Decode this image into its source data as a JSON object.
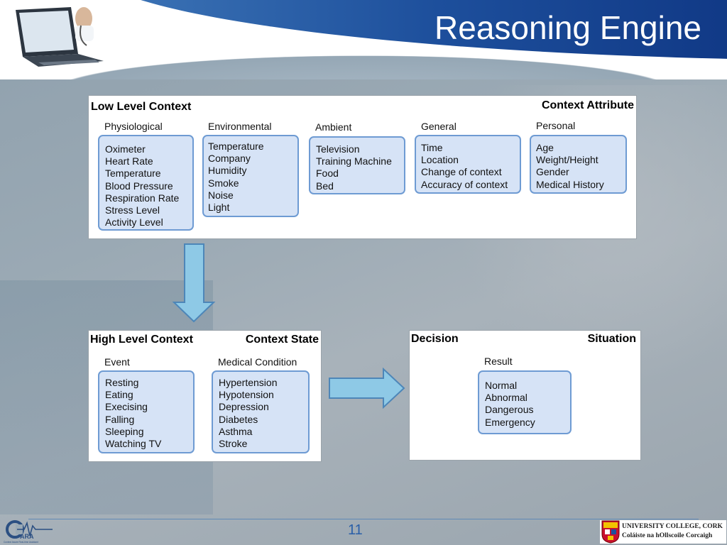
{
  "title": "Reasoning Engine",
  "page_number": "11",
  "low_level": {
    "title": "Low Level Context",
    "attribute_label": "Context Attribute",
    "categories": [
      {
        "name": "Physiological",
        "items": [
          "Oximeter",
          "Heart Rate",
          "Temperature",
          "Blood Pressure",
          "Respiration Rate",
          "Stress Level",
          "Activity Level"
        ]
      },
      {
        "name": "Environmental",
        "items": [
          "Temperature",
          "Company",
          "Humidity",
          "Smoke",
          "Noise",
          "Light"
        ]
      },
      {
        "name": "Ambient",
        "items": [
          "Television",
          "Training Machine",
          "Food",
          "Bed"
        ]
      },
      {
        "name": "General",
        "items": [
          "Time",
          "Location",
          "Change of context",
          "Accuracy of context"
        ]
      },
      {
        "name": "Personal",
        "items": [
          "Age",
          "Weight/Height",
          "Gender",
          "Medical History"
        ]
      }
    ]
  },
  "high_level": {
    "title": "High Level Context",
    "state_label": "Context State",
    "categories": [
      {
        "name": "Event",
        "items": [
          "Resting",
          "Eating",
          "Execising",
          "Falling",
          "Sleeping",
          "Watching TV"
        ]
      },
      {
        "name": "Medical Condition",
        "items": [
          "Hypertension",
          "Hypotension",
          "Depression",
          "Diabetes",
          "Asthma",
          "Stroke"
        ]
      }
    ]
  },
  "decision": {
    "title": "Decision",
    "situation_label": "Situation",
    "category": {
      "name": "Result",
      "items": [
        "Normal",
        "Abnormal",
        "Dangerous",
        "Emergency"
      ]
    }
  },
  "footer": {
    "logo_text": "ARA",
    "logo_caption": "Context Aware Real-time Assistant",
    "university_line1": "UNIVERSITY COLLEGE, CORK",
    "university_line2": "Coláiste na hOllscoile Corcaigh"
  },
  "colors": {
    "header_blue": "#1d4f9c",
    "item_fill": "#d6e3f6",
    "item_border": "#6e9bd3",
    "arrow_fill": "#8ec9e6",
    "arrow_stroke": "#4d86b8"
  }
}
